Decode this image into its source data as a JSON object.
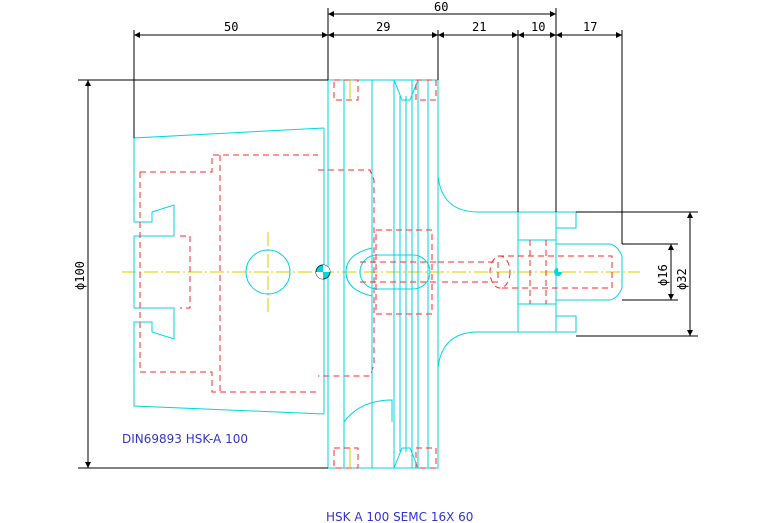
{
  "drawing": {
    "title": "HSK A 100 SEMC 16X 60",
    "standard_label": "DIN69893 HSK-A 100",
    "dimensions": {
      "top_overall": "60",
      "left_length": "50",
      "seg_29": "29",
      "seg_21": "21",
      "seg_10": "10",
      "seg_17": "17",
      "dia_100": "ϕ100",
      "dia_16": "ϕ16",
      "dia_32": "ϕ32"
    },
    "colors": {
      "outline": "#00d6e0",
      "hidden": "#ff2a2a",
      "centerline": "#d8cc00",
      "dimension": "#000000",
      "text": "#3333cc"
    }
  }
}
